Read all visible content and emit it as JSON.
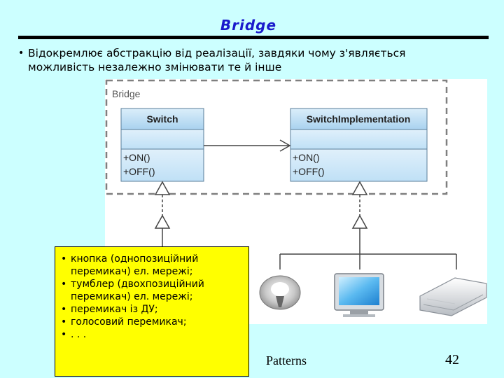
{
  "slide": {
    "title": "Bridge",
    "bullet": "Відокремлює абстракцію від реалізації, завдяки чому з'являється можливість незалежно змінювати те й інше",
    "footer_text": "Patterns",
    "page_number": "42"
  },
  "diagram": {
    "package_label": "Bridge",
    "abstraction": {
      "name": "Switch",
      "methods": [
        "+ON()",
        "+OFF()"
      ]
    },
    "implementation": {
      "name": "SwitchImplementation",
      "methods": [
        "+ON()",
        "+OFF()"
      ]
    },
    "icons": [
      "lamp-icon",
      "tv-icon",
      "air-conditioner-icon"
    ]
  },
  "note": {
    "items": [
      "кнопка (однопозиційний перемикач) ел. мережі;",
      "тумблер (двохпозиційний перемикач) ел. мережі;",
      "перемикач із ДУ;",
      "голосовий перемикач;",
      ". . ."
    ]
  }
}
